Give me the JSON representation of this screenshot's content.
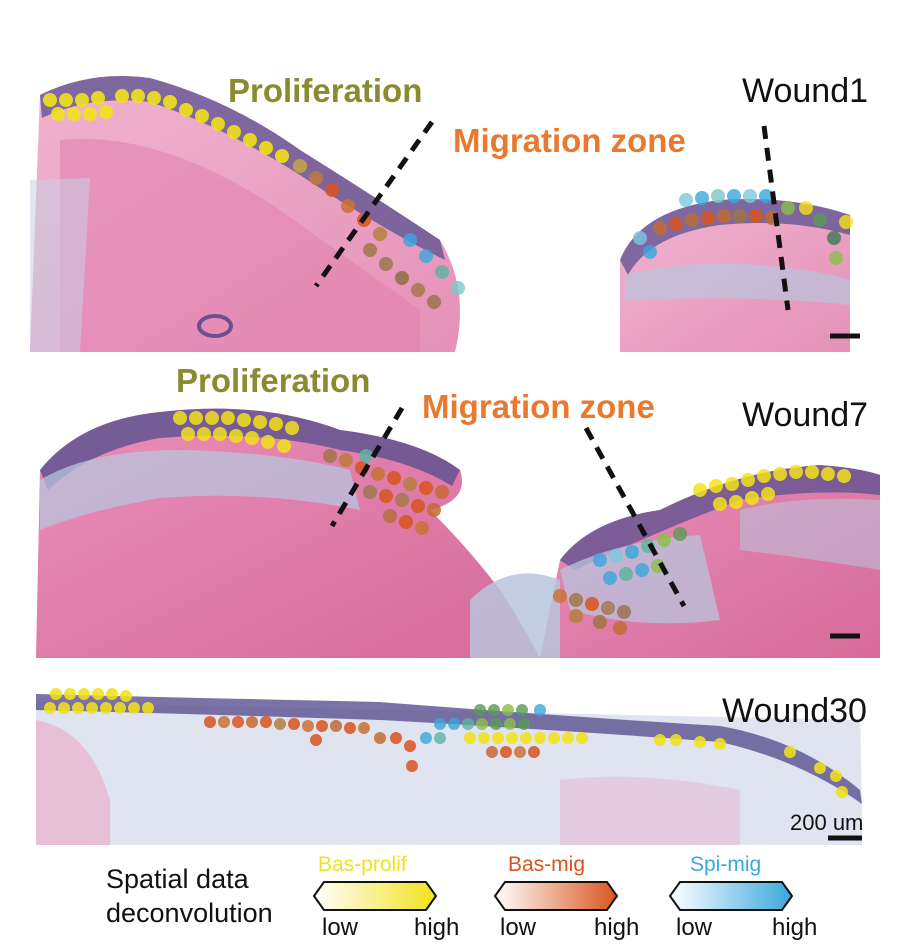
{
  "panels": [
    {
      "wound_label": "Wound1",
      "proliferation_label": "Proliferation",
      "migration_label": "Migration zone"
    },
    {
      "wound_label": "Wound7",
      "proliferation_label": "Proliferation",
      "migration_label": "Migration zone"
    },
    {
      "wound_label": "Wound30"
    }
  ],
  "scale_bar": {
    "label": "200 um"
  },
  "legend": {
    "title_line1": "Spatial data",
    "title_line2": "deconvolution",
    "scales": [
      {
        "name": "Bas-prolif",
        "color": "#f2e21b",
        "low": "low",
        "high": "high"
      },
      {
        "name": "Bas-mig",
        "color": "#d9541e",
        "low": "low",
        "high": "high"
      },
      {
        "name": "Spi-mig",
        "color": "#3aa7dc",
        "low": "low",
        "high": "high"
      }
    ]
  },
  "colors": {
    "tissue_pink": "#d66a9b",
    "epidermis_purple": "#5a5090",
    "dermis_blue": "#b8c4dd",
    "bas_prolif": "#f2e21b",
    "bas_mig": "#d9541e",
    "spi_mig": "#3aa7dc"
  }
}
